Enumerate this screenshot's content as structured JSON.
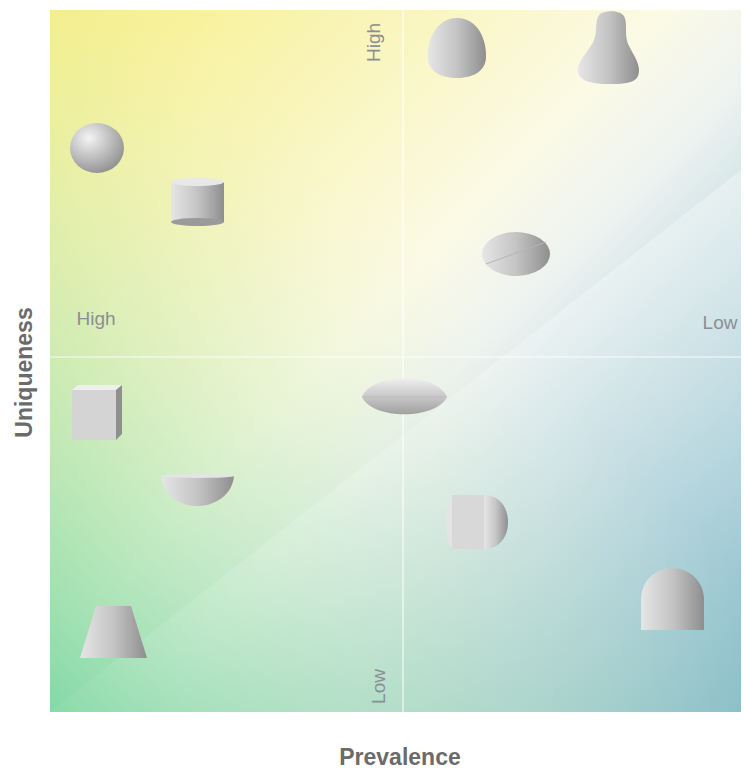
{
  "diagram": {
    "labels": [
      "High",
      "High",
      "Low",
      "Low",
      "Uniqueness",
      "Prevalence"
    ]
  }
}
